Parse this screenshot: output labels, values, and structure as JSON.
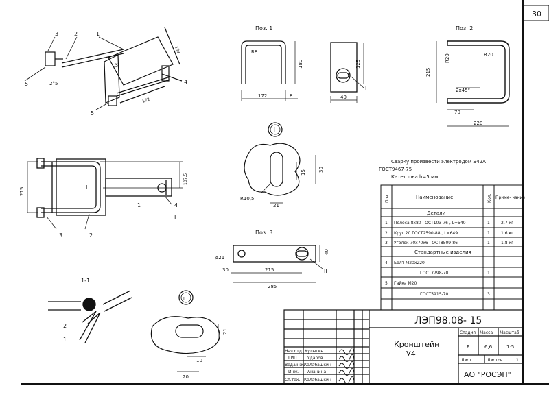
{
  "sheet_number": "30",
  "views": {
    "pos1_title": "Поз. 1",
    "pos2_title": "Поз. 2",
    "pos3_title": "Поз. 3",
    "section_title": "1-1",
    "detail_i": "I",
    "detail_ii": "II"
  },
  "assembly_iso": {
    "callouts": [
      "3",
      "2",
      "1",
      "5",
      "4",
      "5"
    ],
    "dims": [
      "2°5",
      "15",
      "172",
      "133"
    ]
  },
  "assembly_front": {
    "dims": [
      "215",
      "107,5"
    ],
    "callouts": [
      "1",
      "4",
      "3",
      "2"
    ],
    "markers": [
      "I",
      "I"
    ]
  },
  "pos1": {
    "dims": [
      "R8",
      "180",
      "172",
      "8",
      "125",
      "40"
    ],
    "callout": "I"
  },
  "pos2": {
    "dims": [
      "R20",
      "R20",
      "215",
      "2x45°",
      "70",
      "220"
    ]
  },
  "detail_i_dims": [
    "30",
    "15",
    "R10,5",
    "21"
  ],
  "pos3": {
    "dims": [
      "ø21",
      "40",
      "30",
      "215",
      "285"
    ],
    "callout": "II"
  },
  "section_callouts": [
    "2",
    "1"
  ],
  "detail_ii_dims": [
    "21",
    "10",
    "20"
  ],
  "notes": [
    "Сварку произвести электродом Э42А",
    "ГОСТ9467-75 .",
    "Катет шва h=5 мм"
  ],
  "spec_table": {
    "headers": {
      "pos": "Поз.",
      "name": "Наименование",
      "qty": "Кол.",
      "note": "Приме- чание"
    },
    "section_details": "Детали",
    "section_standard": "Стандартные изделия",
    "rows": [
      {
        "pos": "1",
        "name": "Полоса 8х80 ГОСТ103-76 , L=540",
        "qty": "1",
        "note": "2,7 кг"
      },
      {
        "pos": "2",
        "name": "Круг 20 ГОСТ2590-88 , L=649",
        "qty": "1",
        "note": "1,6 кг"
      },
      {
        "pos": "3",
        "name": "Уголок 70х70х6 ГОСТ8509-86",
        "qty": "1",
        "note": "1,8 кг"
      }
    ],
    "std_rows": [
      {
        "pos": "4",
        "name": "Болт М20х220",
        "qty": "",
        "note": ""
      },
      {
        "pos": "",
        "name": "ГОСТ7798-70",
        "qty": "1",
        "note": ""
      },
      {
        "pos": "5",
        "name": "Гайка М20",
        "qty": "",
        "note": ""
      },
      {
        "pos": "",
        "name": "ГОСТ5915-70",
        "qty": "3",
        "note": ""
      }
    ]
  },
  "title_block": {
    "doc_code": "ЛЭП98.08- 15",
    "part_name_1": "Кронштейн",
    "part_name_2": "У4",
    "col_stage": "Стадия",
    "col_mass": "Масса",
    "col_scale": "Масштаб",
    "stage": "Р",
    "mass": "6,6",
    "scale": "1:5",
    "sheet_label": "Лист",
    "sheets_label": "Листов",
    "sheets_count": "1",
    "company": "АО \"РОСЭП\"",
    "signatures": [
      {
        "role": "Нач.отд.",
        "name": "Кулыгин"
      },
      {
        "role": "ГИП",
        "name": "Ударов"
      },
      {
        "role": "Вед.инж.",
        "name": "Калабашкин"
      },
      {
        "role": "Инж.",
        "name": "Ананина"
      },
      {
        "role": "Ст.тех.",
        "name": "Калабашкин"
      }
    ]
  }
}
